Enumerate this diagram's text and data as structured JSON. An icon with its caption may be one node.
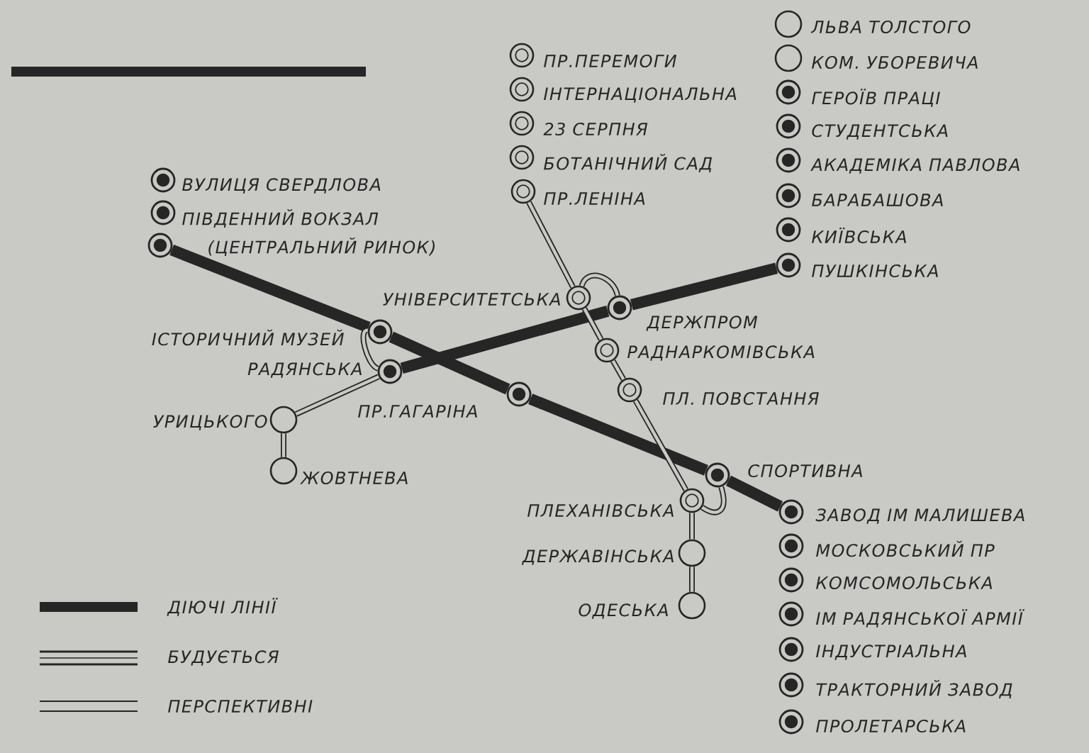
{
  "diagram": {
    "nodes": [
      {
        "text": [],
        "shape": "circle",
        "beside": [
          "ЛЬВА ТОЛСТОГО"
        ]
      },
      {
        "text": [],
        "shape": "circle",
        "beside": [
          "КОМ. УБОРЕВИЧА"
        ]
      },
      {
        "text": [],
        "shape": "circle",
        "beside": [
          "ПР.ПЕРЕМОГИ"
        ]
      },
      {
        "text": [],
        "shape": "circle",
        "beside": [
          "ГЕРОЇВ ПРАЦІ"
        ]
      },
      {
        "text": [],
        "shape": "circle",
        "beside": [
          "ІНТЕРНАЦІОНАЛЬНА"
        ]
      },
      {
        "text": [],
        "shape": "circle",
        "beside": [
          "СТУДЕНТСЬКА"
        ]
      },
      {
        "text": [],
        "shape": "circle",
        "beside": [
          "23 СЕРПНЯ"
        ]
      },
      {
        "text": [],
        "shape": "circle",
        "beside": [
          "БОТАНІЧНИЙ САД"
        ]
      },
      {
        "text": [],
        "shape": "circle",
        "beside": [
          "АКАДЕМІКА ПАВЛОВА"
        ]
      },
      {
        "text": [],
        "shape": "circle",
        "beside": [
          "ВУЛИЦЯ СВЕРДЛОВА"
        ]
      },
      {
        "text": [],
        "shape": "circle",
        "beside": [
          "ПР.ЛЕНІНА"
        ]
      },
      {
        "text": [],
        "shape": "circle",
        "beside": [
          "БАРАБАШОВА"
        ]
      },
      {
        "text": [],
        "shape": "circle",
        "beside": [
          "ПІВДЕННИЙ ВОКЗАЛ"
        ]
      },
      {
        "text": [],
        "shape": "circle",
        "beside": [
          "КИЇВСЬКА"
        ]
      },
      {
        "text": [],
        "shape": "circle",
        "beside": [
          "(ЦЕНТРАЛЬНИЙ РИНОК)"
        ]
      },
      {
        "text": [],
        "shape": "circle",
        "beside": [
          "ПУШКІНСЬКА"
        ]
      },
      {
        "text": [],
        "shape": "circle",
        "beside": [
          "УНІВЕРСИТЕТСЬКА"
        ]
      },
      {
        "text": [],
        "shape": "circle",
        "beside": [
          "ДЕРЖПРОМ"
        ]
      },
      {
        "text": [],
        "shape": "circle",
        "beside": [
          "ІСТОРИЧНИЙ МУЗЕЙ"
        ]
      },
      {
        "text": [],
        "shape": "circle",
        "beside": [
          "РАДНАРКОМІВСЬКА"
        ]
      },
      {
        "text": [],
        "shape": "circle",
        "beside": [
          "РАДЯНСЬКА"
        ]
      },
      {
        "text": [],
        "shape": "circle",
        "beside": [
          "ПЛ. ПОВСТАННЯ"
        ]
      },
      {
        "text": [],
        "shape": "circle",
        "beside": [
          "ПР.ГАГАРІНА"
        ]
      },
      {
        "text": [],
        "shape": "circle",
        "beside": [
          "УРИЦЬКОГО"
        ]
      },
      {
        "text": [],
        "shape": "circle",
        "beside": [
          "ЖОВТНЕВА"
        ]
      },
      {
        "text": [],
        "shape": "circle",
        "beside": [
          "СПОРТИВНА"
        ]
      },
      {
        "text": [],
        "shape": "circle",
        "beside": [
          "ПЛЕХАНІВСЬКА"
        ]
      },
      {
        "text": [],
        "shape": "circle",
        "beside": [
          "ЗАВОД ІМ МАЛИШЕВА"
        ]
      },
      {
        "text": [],
        "shape": "circle",
        "beside": [
          "МОСКОВСЬКИЙ ПР"
        ]
      },
      {
        "text": [],
        "shape": "circle",
        "beside": [
          "ДЕРЖАВІНСЬКА"
        ]
      },
      {
        "text": [],
        "shape": "circle",
        "beside": [
          "КОМСОМОЛЬСЬКА"
        ]
      },
      {
        "text": [],
        "shape": "circle",
        "beside": [
          "ОДЕСЬКА"
        ]
      },
      {
        "text": [],
        "shape": "circle",
        "beside": [
          "ІМ РАДЯНСЬКОЇ АРМІЇ"
        ]
      },
      {
        "text": [],
        "shape": "circle",
        "beside": [
          "ІНДУСТРІАЛЬНА"
        ]
      },
      {
        "text": [],
        "shape": "circle",
        "beside": [
          "ТРАКТОРНИЙ ЗАВОД"
        ]
      },
      {
        "text": [],
        "shape": "circle",
        "beside": [
          "ПРОЛЕТАРСЬКА"
        ]
      }
    ],
    "edges": [
      {
        "from": 14,
        "to": 18,
        "arrow": "none",
        "style": "thick"
      },
      {
        "from": 18,
        "to": 22,
        "arrow": "none",
        "style": "thick"
      },
      {
        "from": 22,
        "to": 25,
        "arrow": "none",
        "style": "thick"
      },
      {
        "from": 25,
        "to": 27,
        "arrow": "none",
        "style": "thick"
      },
      {
        "from": 20,
        "to": 17,
        "arrow": "none",
        "style": "thick"
      },
      {
        "from": 17,
        "to": 15,
        "arrow": "none",
        "style": "thick"
      },
      {
        "from": 10,
        "to": 16,
        "arrow": "none"
      },
      {
        "from": 16,
        "to": 19,
        "arrow": "none"
      },
      {
        "from": 19,
        "to": 21,
        "arrow": "none"
      },
      {
        "from": 21,
        "to": 26,
        "arrow": "none"
      },
      {
        "from": 20,
        "to": 23,
        "arrow": "none"
      },
      {
        "from": 23,
        "to": 24,
        "arrow": "none"
      },
      {
        "from": 26,
        "to": 29,
        "arrow": "none"
      },
      {
        "from": 29,
        "to": 31,
        "arrow": "none"
      },
      {
        "from": 18,
        "to": 20,
        "arrow": "none"
      },
      {
        "from": 16,
        "to": 17,
        "arrow": "none"
      },
      {
        "from": 25,
        "to": 26,
        "arrow": "none"
      }
    ],
    "legend": [
      {
        "text": "ДІЮЧІ ЛІНІЇ"
      },
      {
        "text": "БУДУЄТЬСЯ"
      },
      {
        "text": "ПЕРСПЕКТИВНІ"
      }
    ]
  }
}
